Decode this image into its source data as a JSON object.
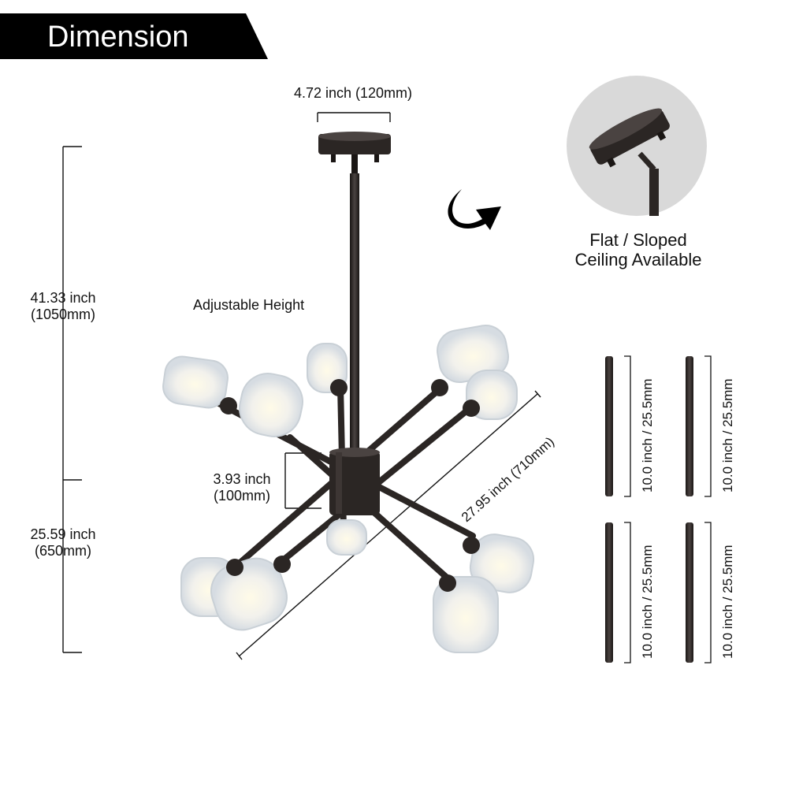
{
  "header": {
    "title": "Dimension"
  },
  "dimensions": {
    "canopy_width": "4.72 inch (120mm)",
    "total_height": {
      "inch": "41.33 inch",
      "mm": "(1050mm)"
    },
    "min_height": {
      "inch": "25.59 inch",
      "mm": "(650mm)"
    },
    "body_height": {
      "inch": "3.93 inch",
      "mm": "(100mm)"
    },
    "span": "27.95 inch (710mm)",
    "adjustable": "Adjustable Height"
  },
  "ceiling": {
    "line1": "Flat / Sloped",
    "line2": "Ceiling Available"
  },
  "rods": {
    "label": "10.0 inch / 25.5mm",
    "items": [
      "10.0 inch / 25.5mm",
      "10.0 inch / 25.5mm",
      "10.0 inch / 25.5mm",
      "10.0 inch / 25.5mm"
    ]
  },
  "colors": {
    "banner": "#000000",
    "metal": "#2b2624",
    "glass": "#e9eef2",
    "circle": "#d9d9d9"
  }
}
